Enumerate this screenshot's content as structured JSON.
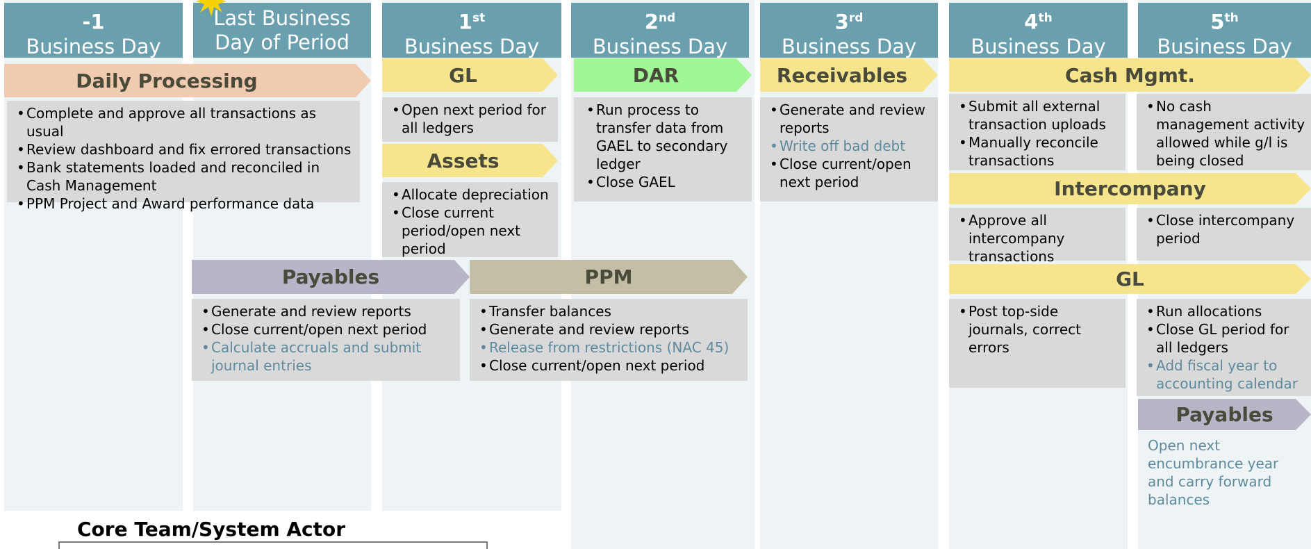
{
  "columns": [
    {
      "line1": "-1",
      "sup": "",
      "line2": "Business Day"
    },
    {
      "line1": "Last Business",
      "sup": "",
      "line2": "Day of Period"
    },
    {
      "line1": "1",
      "sup": "st",
      "line2": "Business Day"
    },
    {
      "line1": "2",
      "sup": "nd",
      "line2": "Business Day"
    },
    {
      "line1": "3",
      "sup": "rd",
      "line2": "Business Day"
    },
    {
      "line1": "4",
      "sup": "th",
      "line2": "Business Day"
    },
    {
      "line1": "5",
      "sup": "th",
      "line2": "Business Day"
    }
  ],
  "colors": {
    "header": "#6a9fae",
    "column_bg": "#eef4f6",
    "daily_processing": "#f0cbb0",
    "gl_yellow": "#f7e58e",
    "dar_green": "#a0f594",
    "payables_purple": "#b8b5c8",
    "ppm_tan": "#c5bea6",
    "task_box": "#d9d9d9",
    "blue_text": "#5d8a9c",
    "starburst": "#f5d200"
  },
  "banners": {
    "daily_processing": "Daily Processing",
    "gl_1st": "GL",
    "assets": "Assets",
    "dar": "DAR",
    "receivables": "Receivables",
    "cash_mgmt": "Cash Mgmt.",
    "intercompany": "Intercompany",
    "gl_4th": "GL",
    "payables_last": "Payables",
    "ppm": "PPM",
    "payables_5th": "Payables"
  },
  "tasks": {
    "daily": [
      {
        "text": "Complete and approve all transactions as usual",
        "highlight": false
      },
      {
        "text": "Review dashboard and fix errored transactions",
        "highlight": false
      },
      {
        "text": "Bank statements loaded and reconciled in Cash Management",
        "highlight": false
      },
      {
        "text": "PPM Project and Award performance data",
        "highlight": false
      }
    ],
    "gl_1st": [
      {
        "text": "Open next period for all ledgers",
        "highlight": false
      }
    ],
    "assets": [
      {
        "text": "Allocate depreciation",
        "highlight": false
      },
      {
        "text": "Close current period/open next period",
        "highlight": false
      }
    ],
    "dar": [
      {
        "text": "Run process to transfer data from GAEL to secondary ledger",
        "highlight": false
      },
      {
        "text": "Close GAEL",
        "highlight": false
      }
    ],
    "receivables": [
      {
        "text": "Generate and review reports",
        "highlight": false
      },
      {
        "text": "Write off bad debt",
        "highlight": true
      },
      {
        "text": "Close current/open next period",
        "highlight": false
      }
    ],
    "cash_4th": [
      {
        "text": "Submit all external transaction uploads",
        "highlight": false
      },
      {
        "text": "Manually reconcile transactions",
        "highlight": false
      }
    ],
    "cash_5th": [
      {
        "text": "No cash management activity allowed while g/l is being closed",
        "highlight": false
      }
    ],
    "interco_4th": [
      {
        "text": "Approve all intercompany transactions",
        "highlight": false
      }
    ],
    "interco_5th": [
      {
        "text": "Close intercompany period",
        "highlight": false
      }
    ],
    "gl_4th": [
      {
        "text": "Post top-side journals, correct errors",
        "highlight": false
      }
    ],
    "gl_5th": [
      {
        "text": "Run allocations",
        "highlight": false
      },
      {
        "text": "Close GL period for all ledgers",
        "highlight": false
      },
      {
        "text": "Add fiscal year to accounting calendar",
        "highlight": true
      }
    ],
    "payables_last": [
      {
        "text": "Generate and review reports",
        "highlight": false
      },
      {
        "text": "Close current/open next period",
        "highlight": false
      },
      {
        "text": "Calculate accruals and submit journal entries",
        "highlight": true
      }
    ],
    "ppm": [
      {
        "text": "Transfer balances",
        "highlight": false
      },
      {
        "text": "Generate and review reports",
        "highlight": false
      },
      {
        "text": "Release from restrictions (NAC 45)",
        "highlight": true
      },
      {
        "text": "Close current/open next period",
        "highlight": false
      }
    ],
    "payables_5th": [
      {
        "text": "Open next encumbrance year and carry forward balances",
        "highlight": true
      }
    ]
  },
  "legend": {
    "title": "Core Team/System Actor"
  }
}
